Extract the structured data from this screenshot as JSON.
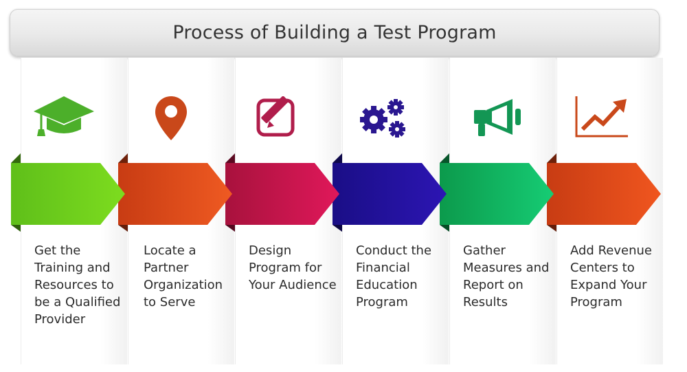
{
  "title": "Process of Building a Test Program",
  "steps": [
    {
      "text": "Get the Training and Resources to be a Qualified Provider",
      "icon": "graduation-cap-icon",
      "color": "#5fbf1a",
      "light": "#7ddc1f",
      "icon_color": "#4caf2a"
    },
    {
      "text": "Locate a Partner Organization to Serve",
      "icon": "location-pin-icon",
      "color": "#c83c13",
      "light": "#ef5a22",
      "icon_color": "#c9481a"
    },
    {
      "text": "Design Program for Your Audience",
      "icon": "edit-pencil-icon",
      "color": "#a8123d",
      "light": "#e0185a",
      "icon_color": "#b01d4b"
    },
    {
      "text": "Conduct the Financial Education Program",
      "icon": "gears-icon",
      "color": "#1a0e86",
      "light": "#2c15b3",
      "icon_color": "#2a1790"
    },
    {
      "text": "Gather Measures and Report on Results",
      "icon": "megaphone-icon",
      "color": "#0c9a4c",
      "light": "#16cc74",
      "icon_color": "#139654"
    },
    {
      "text": "Add Revenue Centers to Expand Your Program",
      "icon": "trend-chart-icon",
      "color": "#c83c13",
      "light": "#f0561f",
      "icon_color": "#c9481a"
    }
  ]
}
